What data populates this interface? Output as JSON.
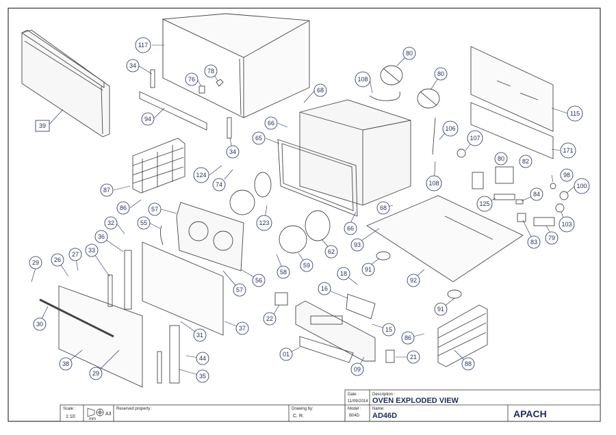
{
  "title_block": {
    "date_label": "Date :",
    "date_value": "11/09/2014",
    "description_label": "Description :",
    "description_value": "OVEN EXPLODED VIEW",
    "scale_label": "Scale :",
    "scale_value": "1:10",
    "unit": "mm",
    "sheet_size": "A3",
    "reserved_label": "Reserved property :",
    "drawing_label": "Drawing by:",
    "drawing_value": "C. R.",
    "model_label": "Model :",
    "model_value": "B04D",
    "name_label": "Name:",
    "name_value": "AD46D",
    "brand": "APACH"
  },
  "callouts": [
    {
      "id": "c117",
      "text": "117"
    },
    {
      "id": "c34a",
      "text": "34"
    },
    {
      "id": "c76",
      "text": "76"
    },
    {
      "id": "c78",
      "text": "78"
    },
    {
      "id": "c94",
      "text": "94"
    },
    {
      "id": "c39",
      "text": "39"
    },
    {
      "id": "c68a",
      "text": "68"
    },
    {
      "id": "c108a",
      "text": "108"
    },
    {
      "id": "c80a",
      "text": "80"
    },
    {
      "id": "c80b",
      "text": "80"
    },
    {
      "id": "c115",
      "text": "115"
    },
    {
      "id": "c66a",
      "text": "66"
    },
    {
      "id": "c65",
      "text": "65"
    },
    {
      "id": "c34b",
      "text": "34"
    },
    {
      "id": "c124",
      "text": "124"
    },
    {
      "id": "c74",
      "text": "74"
    },
    {
      "id": "c87",
      "text": "87"
    },
    {
      "id": "c86a",
      "text": "86"
    },
    {
      "id": "c57a",
      "text": "57"
    },
    {
      "id": "c55",
      "text": "55"
    },
    {
      "id": "c32",
      "text": "32"
    },
    {
      "id": "c123",
      "text": "123"
    },
    {
      "id": "c66b",
      "text": "66"
    },
    {
      "id": "c68b",
      "text": "68"
    },
    {
      "id": "c106",
      "text": "106"
    },
    {
      "id": "c107",
      "text": "107"
    },
    {
      "id": "c171",
      "text": "171"
    },
    {
      "id": "c80c",
      "text": "80"
    },
    {
      "id": "c82",
      "text": "82"
    },
    {
      "id": "c98",
      "text": "98"
    },
    {
      "id": "c100",
      "text": "100"
    },
    {
      "id": "c108b",
      "text": "108"
    },
    {
      "id": "c84",
      "text": "84"
    },
    {
      "id": "c125",
      "text": "125"
    },
    {
      "id": "c103",
      "text": "103"
    },
    {
      "id": "c83",
      "text": "83"
    },
    {
      "id": "c79",
      "text": "79"
    },
    {
      "id": "c93",
      "text": "93"
    },
    {
      "id": "c62",
      "text": "62"
    },
    {
      "id": "c59",
      "text": "59"
    },
    {
      "id": "c58",
      "text": "58"
    },
    {
      "id": "c56",
      "text": "56"
    },
    {
      "id": "c91a",
      "text": "91"
    },
    {
      "id": "c92",
      "text": "92"
    },
    {
      "id": "c36",
      "text": "36"
    },
    {
      "id": "c33",
      "text": "33"
    },
    {
      "id": "c27",
      "text": "27"
    },
    {
      "id": "c26",
      "text": "26"
    },
    {
      "id": "c29a",
      "text": "29"
    },
    {
      "id": "c57b",
      "text": "57"
    },
    {
      "id": "c18",
      "text": "18"
    },
    {
      "id": "c16",
      "text": "16"
    },
    {
      "id": "c91b",
      "text": "91"
    },
    {
      "id": "c22",
      "text": "22"
    },
    {
      "id": "c15",
      "text": "15"
    },
    {
      "id": "c86b",
      "text": "86"
    },
    {
      "id": "c30",
      "text": "30"
    },
    {
      "id": "c31",
      "text": "31"
    },
    {
      "id": "c37",
      "text": "37"
    },
    {
      "id": "c44",
      "text": "44"
    },
    {
      "id": "c01",
      "text": "01"
    },
    {
      "id": "c21",
      "text": "21"
    },
    {
      "id": "c88",
      "text": "88"
    },
    {
      "id": "c38",
      "text": "38"
    },
    {
      "id": "c29b",
      "text": "29"
    },
    {
      "id": "c35",
      "text": "35"
    },
    {
      "id": "c09",
      "text": "09"
    }
  ]
}
